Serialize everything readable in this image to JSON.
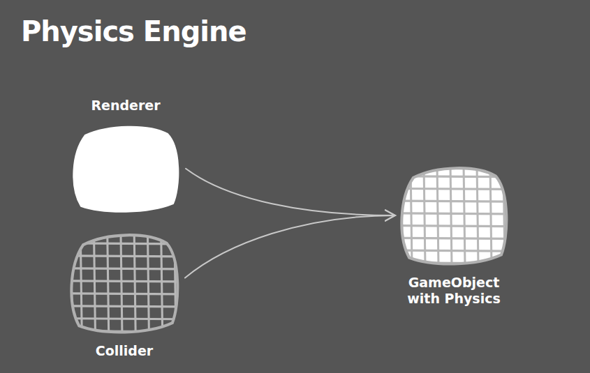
{
  "diagram": {
    "title": "Physics Engine",
    "nodes": [
      {
        "text": [
          "Renderer"
        ]
      },
      {
        "text": [
          "Collider"
        ]
      },
      {
        "text": [
          "GameObject with Physics"
        ]
      }
    ],
    "edges": [
      {
        "from": 0,
        "to": 2,
        "arrow": "to"
      },
      {
        "from": 1,
        "to": 2,
        "arrow": "to"
      }
    ]
  }
}
